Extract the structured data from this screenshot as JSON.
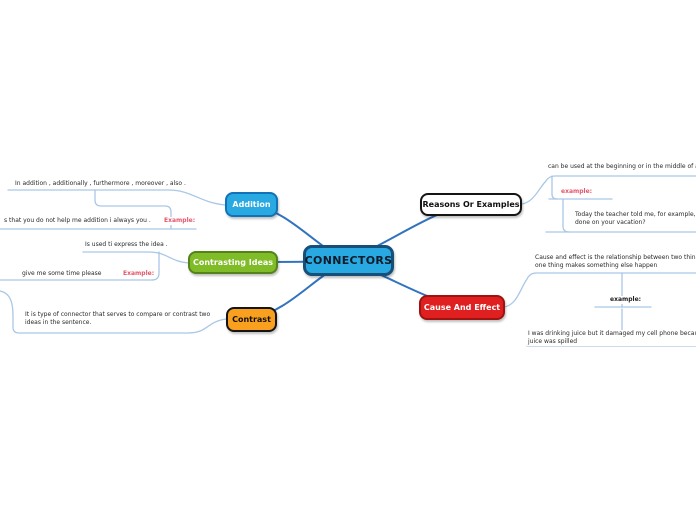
{
  "center": {
    "label": "CONNECTORS"
  },
  "branches": {
    "addition": {
      "label": "Addition",
      "definition": "In addition , additionally , furthermore , moreover , also .",
      "example_label": "Example:",
      "example": "s that you do not help me addition i always you ."
    },
    "contrasting_ideas": {
      "label": "Contrasting Ideas",
      "definition": "Is used ti express the idea .",
      "example_label": "Example:",
      "example": "give me some time please"
    },
    "contrast": {
      "label": "Contrast",
      "definition_line1": "It is type of connector that serves to compare or contrast two",
      "definition_line2": "ideas in the sentence."
    },
    "reasons_or_examples": {
      "label": "Reasons Or Examples",
      "definition": "can be used at the beginning or in the middle of a se",
      "example_label": "example:",
      "example_line1": "Today the teacher told me, for example, Pe",
      "example_line2": "done on your vacation?"
    },
    "cause_and_effect": {
      "label": "Cause And Effect",
      "definition_line1": "Cause and effect is the relationship between two things w",
      "definition_line2": "one thing makes something else happen",
      "example_label": "example:",
      "example_line1": "I was drinking juice but it damaged my cell phone because",
      "example_line2": "juice was spilled"
    }
  },
  "colors": {
    "center_fill": "#29a9e1",
    "center_border": "#174f79",
    "addition_fill": "#29a9e1",
    "addition_border": "#1172b8",
    "contrasting_fill": "#7fbc27",
    "contrasting_border": "#55831b",
    "contrast_fill": "#f9a11f",
    "contrast_border": "#151515",
    "reasons_fill": "#ffffff",
    "reasons_border": "#151515",
    "cause_fill": "#e02020",
    "cause_border": "#9b1410",
    "main_branch_line": "#3273bf",
    "sub_branch_line": "#a9c7e6",
    "example_label_pink": "#e4566b",
    "example_label_dark": "#222222",
    "canvas_background": "#ffffff"
  }
}
